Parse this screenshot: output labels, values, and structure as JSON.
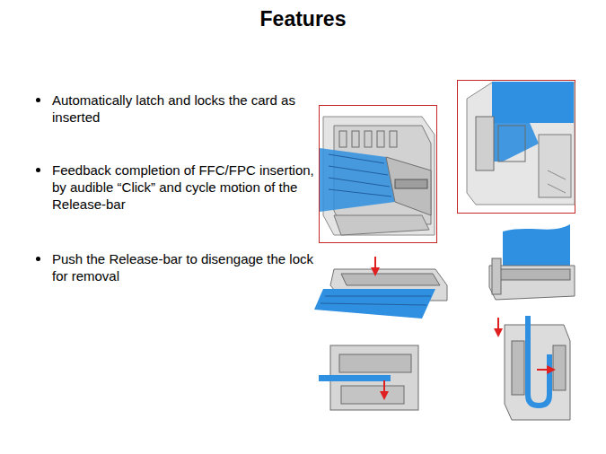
{
  "diagram": {
    "title": "Features",
    "labels": [
      "Automatically latch and locks the card as inserted",
      "Feedback completion of FFC/FPC insertion, by audible “Click” and cycle motion of the Release-bar",
      "Push the Release-bar to disengage the lock for removal"
    ]
  }
}
